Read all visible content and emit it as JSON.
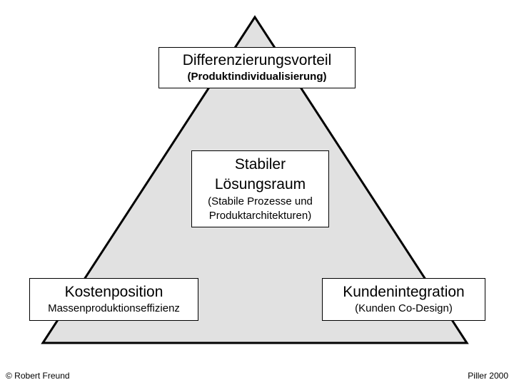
{
  "colors": {
    "triangle_fill": "#e1e1e1",
    "triangle_stroke": "#000000",
    "box_fill": "#ffffff"
  },
  "top_box": {
    "title": "Differenzierungsvorteil",
    "subtitle": "(Produktindividualisierung)"
  },
  "center_box": {
    "title_line1": "Stabiler",
    "title_line2": "Lösungsraum",
    "subtitle_line1": "(Stabile Prozesse und",
    "subtitle_line2": "Produktarchitekturen)"
  },
  "left_box": {
    "title": "Kostenposition",
    "subtitle": "Massenproduktionseffizienz"
  },
  "right_box": {
    "title": "Kundenintegration",
    "subtitle": "(Kunden Co-Design)"
  },
  "footer": {
    "left": "© Robert Freund",
    "right": "Piller 2000"
  }
}
